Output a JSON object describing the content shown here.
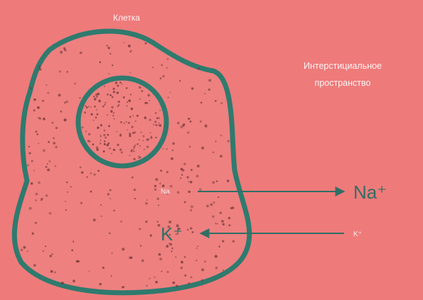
{
  "labels": {
    "cell": "Клетка",
    "interstitial_line1": "Интерстициальное",
    "interstitial_line2": "пространство",
    "na_inside": "Na",
    "na_outside": "Na⁺",
    "k_inside": "K⁺",
    "k_outside": "K⁺"
  },
  "colors": {
    "background": "#ef7a7a",
    "membrane": "#2f7a6e",
    "granules": "#7a3a3a",
    "arrow": "#2f6f65",
    "label": "#ffffff"
  }
}
